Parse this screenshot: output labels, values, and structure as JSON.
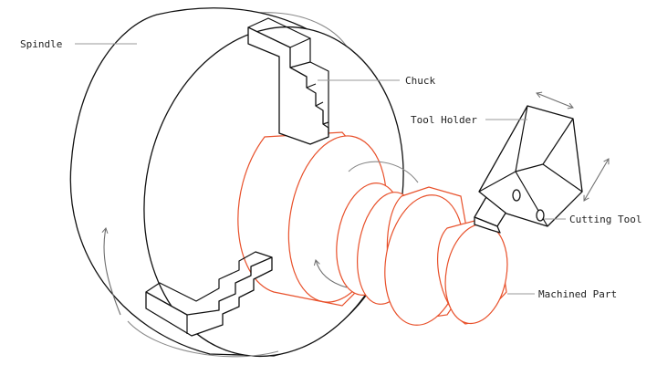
{
  "labels": {
    "spindle": "Spindle",
    "chuck": "Chuck",
    "tool_holder": "Tool Holder",
    "cutting_tool": "Cutting Tool",
    "machined_part": "Machined Part"
  },
  "colors": {
    "line": "#111111",
    "part": "#e8502a",
    "motion": "#8a8a8a",
    "leader": "#9a9a9a",
    "label": "#222222"
  }
}
